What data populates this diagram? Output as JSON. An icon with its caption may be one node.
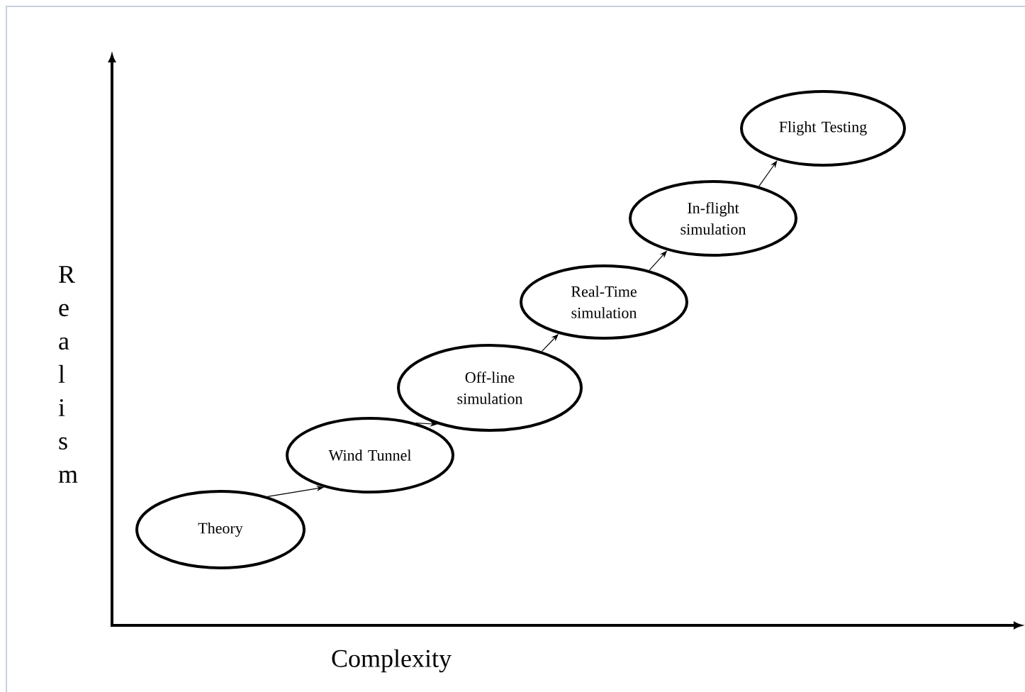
{
  "diagram": {
    "nodes": [
      {
        "text": [
          "Flight Testing"
        ]
      },
      {
        "text": [
          "In-flight simulation"
        ]
      },
      {
        "text": [
          "Real-Time simulation"
        ]
      },
      {
        "text": [
          "Off-line simulation"
        ]
      },
      {
        "text": [
          "Wind Tunnel"
        ]
      },
      {
        "text": [
          "Theory"
        ]
      }
    ],
    "edges": [
      {
        "from": 5,
        "to": 4,
        "arrow": "to"
      },
      {
        "from": 4,
        "to": 3,
        "arrow": "to"
      },
      {
        "from": 3,
        "to": 2,
        "arrow": "to"
      },
      {
        "from": 2,
        "to": 1,
        "arrow": "to"
      },
      {
        "from": 1,
        "to": 0,
        "arrow": "to"
      }
    ],
    "labels": [
      "Realism",
      "Complexity"
    ]
  }
}
